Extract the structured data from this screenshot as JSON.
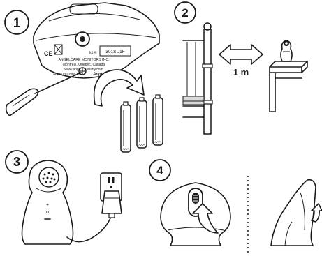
{
  "steps": [
    "1",
    "2",
    "3",
    "4"
  ],
  "label_text": {
    "battery_cover": "301SU1F",
    "company": "ANGELCARE MONITORS INC.",
    "city": "Montreal, Quebec, Canada",
    "website": "www.angelcarebaby.com",
    "made_in": "Made in China for",
    "brand": "Angelcare",
    "lot": "lot #:"
  },
  "ce_mark": "CE",
  "battery_labels": [
    "AAA",
    "AAA",
    "AAA"
  ],
  "distance": "1 m",
  "unit_symbols": {
    "plus": "+",
    "minus": "o"
  }
}
